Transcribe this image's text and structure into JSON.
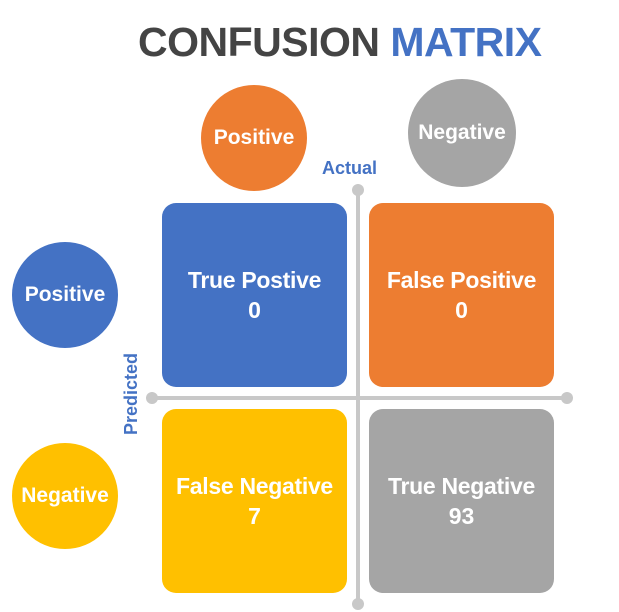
{
  "title": {
    "part1": "CONFUSION",
    "part2": "MATRIX"
  },
  "actual": {
    "label": "Actual",
    "positive": "Positive",
    "negative": "Negative"
  },
  "predicted": {
    "label": "Predicted",
    "positive": "Positive",
    "negative": "Negative"
  },
  "cells": {
    "tp": {
      "label": "True Postive",
      "value": "0"
    },
    "fp": {
      "label": "False Positive",
      "value": "0"
    },
    "fn": {
      "label": "False Negative",
      "value": "7"
    },
    "tn": {
      "label": "True Negative",
      "value": "93"
    }
  },
  "colors": {
    "blue": "#4472c4",
    "orange": "#ed7d31",
    "gray": "#a5a5a5",
    "yellow": "#ffc000",
    "title_dark": "#444444",
    "axis": "#c8c8c8"
  }
}
